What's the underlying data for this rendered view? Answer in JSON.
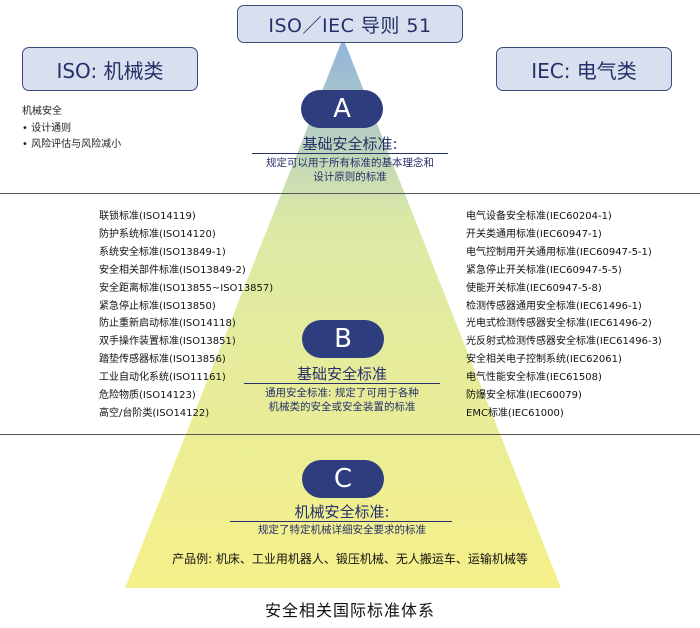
{
  "header": {
    "title": "ISO／IEC 导则 51"
  },
  "branches": {
    "iso": "ISO: 机械类",
    "iec": "IEC: 电气类"
  },
  "iso_notes": {
    "heading": "机械安全",
    "items": [
      "设计通则",
      "风险评估与风险减小"
    ]
  },
  "levels": {
    "a": {
      "letter": "A",
      "title": "基础安全标准:",
      "desc_line1": "规定可以用于所有标准的基本理念和",
      "desc_line2": "设计原则的标准"
    },
    "b": {
      "letter": "B",
      "title": "基础安全标准",
      "desc_line1": "通用安全标准: 规定了可用于各种",
      "desc_line2": "机械类的安全或安全装置的标准"
    },
    "c": {
      "letter": "C",
      "title": "机械安全标准:",
      "desc": "规定了特定机械详细安全要求的标准",
      "example": "产品例: 机床、工业用机器人、锻压机械、无人搬运车、运输机械等"
    }
  },
  "iso_standards": [
    "联锁标准(ISO14119)",
    "防护系统标准(ISO14120)",
    "系统安全标准(ISO13849-1)",
    "安全相关部件标准(ISO13849-2)",
    "安全距离标准(ISO13855~ISO13857)",
    "紧急停止标准(ISO13850)",
    "防止重新启动标准(ISO14118)",
    "双手操作装置标准(ISO13851)",
    "踏垫传感器标准(ISO13856)",
    "工业自动化系统(ISO11161)",
    "危险物质(ISO14123)",
    "高空/台阶类(ISO14122)"
  ],
  "iec_standards": [
    "电气设备安全标准(IEC60204-1)",
    "开关类通用标准(IEC60947-1)",
    "电气控制用开关通用标准(IEC60947-5-1)",
    "紧急停止开关标准(IEC60947-5-5)",
    "使能开关标准(IEC60947-5-8)",
    "检测传感器通用安全标准(IEC61496-1)",
    "光电式检测传感器安全标准(IEC61496-2)",
    "光反射式检测传感器安全标准(IEC61496-3)",
    "安全相关电子控制系统(IEC62061)",
    "电气性能安全标准(IEC61508)",
    "防爆安全标准(IEC60079)",
    "EMC标准(IEC61000)"
  ],
  "caption": "安全相关国际标准体系",
  "colors": {
    "pyramid_top": "#8fb3dc",
    "pyramid_bottom": "#f6f08a",
    "pill": "#2d3d7e",
    "box_fill": "#d8e0ef",
    "box_border": "#3c4a7c"
  }
}
